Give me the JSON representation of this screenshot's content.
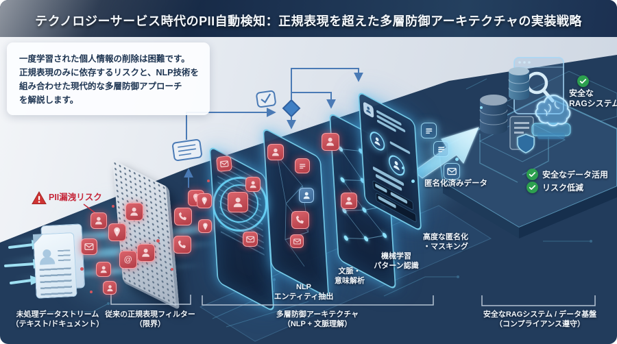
{
  "header": {
    "title": "テクノロジーサービス時代のPII自動検知：正規表現を超えた多層防御アーキテクチャの実装戦略"
  },
  "intro": {
    "lines": [
      "一度学習された個人情報の削除は困難です。",
      "正規表現のみに依存するリスクと、NLP技術を",
      "組み合わせた現代的な多層防御アプローチ",
      "を解説します。"
    ]
  },
  "annotations": {
    "risk_label": "PII漏洩リスク",
    "layers": [
      {
        "line1": "NLP",
        "line2": "エンティティ抽出"
      },
      {
        "line1": "文脈・",
        "line2": "意味解析"
      },
      {
        "line1": "機械学習",
        "line2": "パターン認識"
      },
      {
        "line1": "高度な匿名化",
        "line2": "・マスキング"
      }
    ],
    "anonymized_label": "匿名化済みデータ",
    "rag_label": {
      "line1": "安全な",
      "line2": "RAGシステム"
    },
    "benefits": [
      "安全なデータ活用",
      "リスク低減"
    ]
  },
  "stages": [
    {
      "label": "未処理データストリーム",
      "sublabel": "（テキスト/ドキュメント）"
    },
    {
      "label": "従来の正規表現フィルター",
      "sublabel": "（限界）"
    },
    {
      "label": "多層防御アーキテクチャ",
      "sublabel": "（NLP + 文脈理解）"
    },
    {
      "label": "安全なRAGシステム / データ基盤",
      "sublabel": "（コンプライアンス遵守）"
    }
  ],
  "icons": {
    "warning-icon": "⚠",
    "check-icon": "✓",
    "person-icon": "👤",
    "mail-icon": "✉",
    "phone-icon": "✆",
    "pin-icon": "📍",
    "at-icon": "@",
    "list-icon": "≡",
    "document-icon": "📄",
    "database-icon": "🗄",
    "shield-icon": "🛡",
    "magnifier-icon": "🔍",
    "brain-icon": "🧠",
    "arrow-icon": "➔"
  },
  "colors": {
    "header_bg": "#16263f",
    "canvas_dark": "#223c5c",
    "canvas_light": "#e4e9f0",
    "accent_cyan": "#6fd4f2",
    "pii_red": "#c94b55",
    "safe_green": "#2da04f",
    "flow_blue": "#4a7ab5",
    "risk_red": "#c5273a",
    "text_light": "#f2f7fb",
    "text_dark": "#1c3350"
  }
}
